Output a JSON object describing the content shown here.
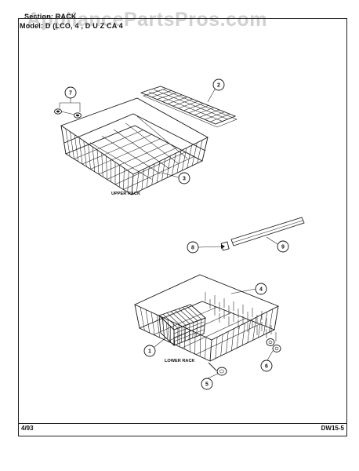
{
  "header": {
    "section_line": "Section: RACK",
    "model_line": "Model:  D  (LCO, 4 , D  U  Z  CA  4 ",
    "watermark": "AppliancePartsPros.com"
  },
  "labels": {
    "upper_rack": "UPPER RACK",
    "lower_rack": "LOWER RACK"
  },
  "callouts": [
    "1",
    "2",
    "3",
    "4",
    "5",
    "6",
    "7",
    "8",
    "9"
  ],
  "footer": {
    "date": "4/93",
    "code": "DW15-5"
  }
}
